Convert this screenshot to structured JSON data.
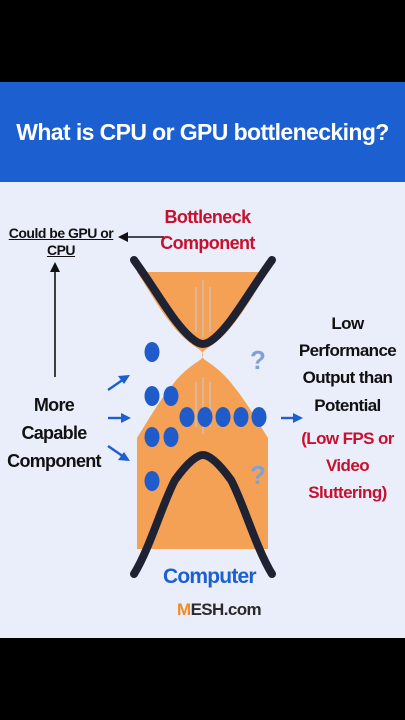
{
  "title": "What is CPU or GPU bottlenecking?",
  "top_left_label": "Could be GPU or CPU",
  "bottleneck_label": {
    "line1": "Bottleneck",
    "line2": "Component"
  },
  "left_label": {
    "line1": "More Capable",
    "line2": "Component"
  },
  "right_label": {
    "line1": "Low",
    "line2": "Performance",
    "line3": "Output than",
    "line4": "Potential",
    "line5": "(Low FPS or",
    "line6": "Video Sluttering)"
  },
  "question_marks": [
    "?",
    "?"
  ],
  "watermark": {
    "line1": "Computer",
    "line2_big": "M",
    "line2_rest": "ESH.com"
  },
  "colors": {
    "header_blue": "#1b5fd0",
    "funnel_orange": "#f4a055",
    "funnel_outline": "#1e2233",
    "dot_blue": "#1f5cc9",
    "label_red": "#c8102e",
    "arrow_blue": "#1b5fd0"
  }
}
